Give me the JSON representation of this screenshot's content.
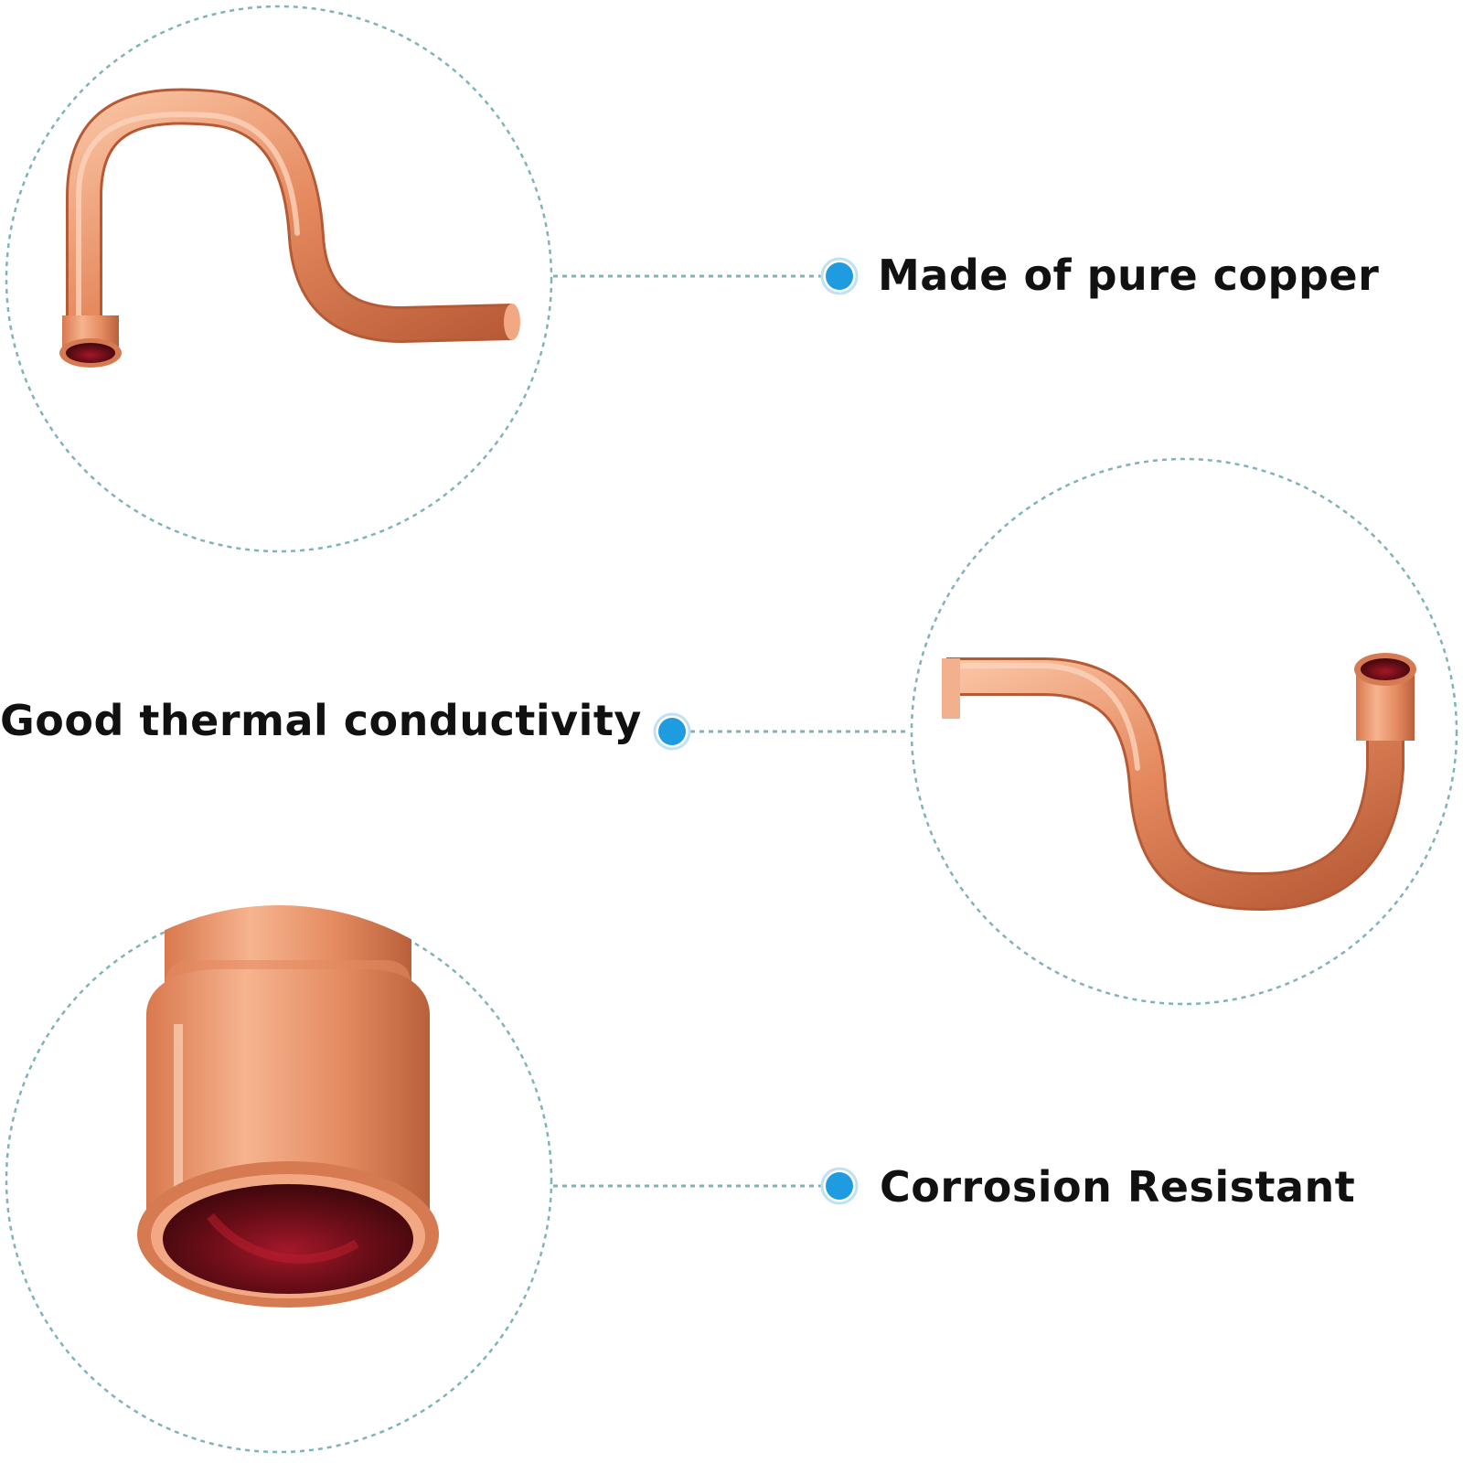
{
  "features": [
    {
      "label": "Made of pure copper"
    },
    {
      "label": "Good thermal conductivity"
    },
    {
      "label": "Corrosion Resistant"
    }
  ],
  "colors": {
    "background": "#ffffff",
    "dashed_circle": "#7fb3b8",
    "bullet": "#1f9be0",
    "copper_light": "#f6b48f",
    "copper_mid": "#e2855c",
    "copper_dark": "#b55a36",
    "pipe_interior": "#5a0c12",
    "text": "#111111"
  }
}
